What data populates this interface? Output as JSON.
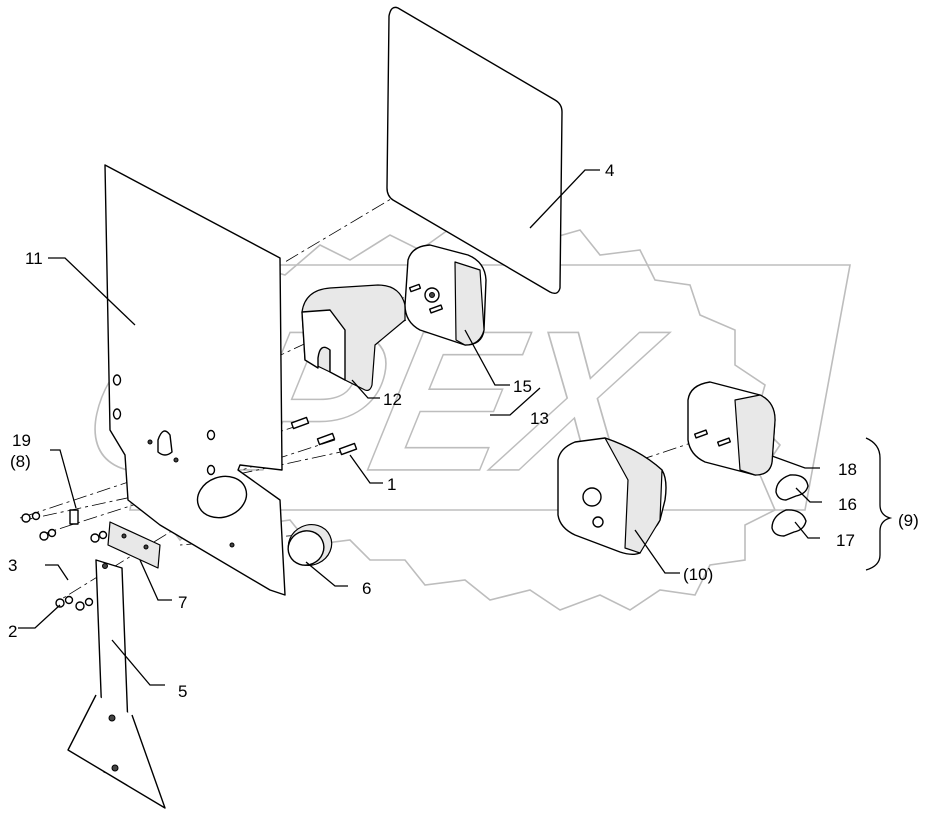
{
  "diagram": {
    "labels": {
      "l1": "1",
      "l2": "2",
      "l3": "3",
      "l4": "4",
      "l5": "5",
      "l6": "6",
      "l7": "7",
      "l8": "(8)",
      "l9": "(9)",
      "l10": "(10)",
      "l11": "11",
      "l12": "12",
      "l13": "13",
      "l15": "15",
      "l16": "16",
      "l17": "17",
      "l18": "18",
      "l19": "19"
    },
    "watermark": "OPEX"
  }
}
